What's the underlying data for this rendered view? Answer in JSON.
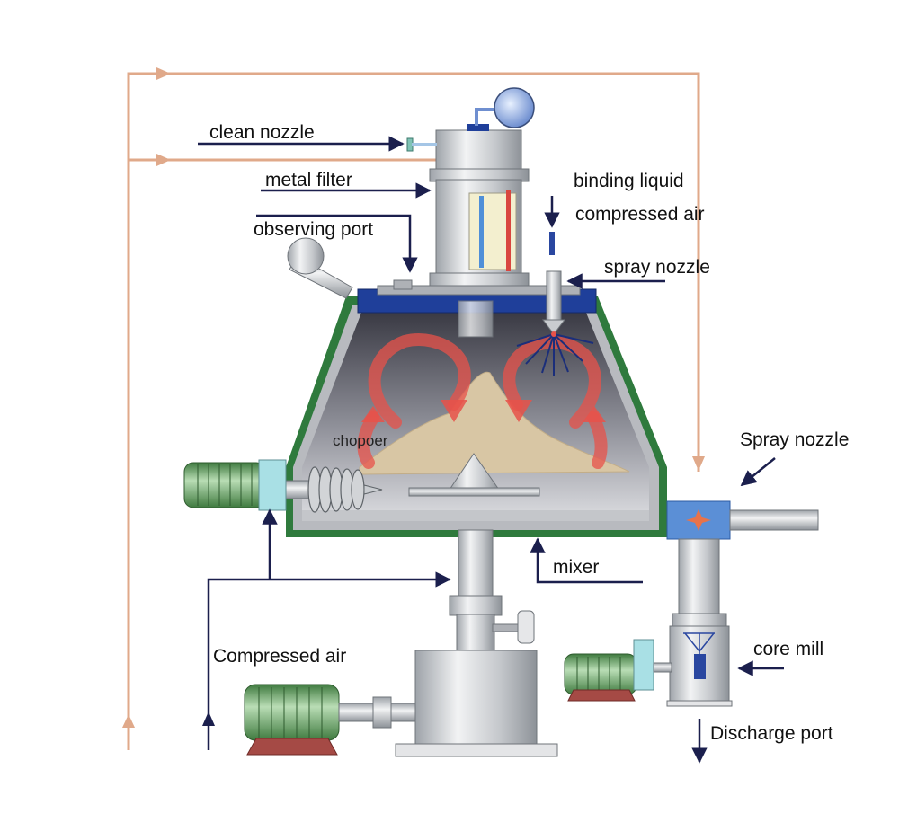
{
  "labels": {
    "clean_nozzle": "clean nozzle",
    "metal_filter": "metal filter",
    "observing_port": "observing port",
    "binding_liquid": "binding liquid",
    "compressed_air_top": "compressed air",
    "spray_nozzle_top": "spray nozzle",
    "chopper": "chopoer",
    "spray_nozzle_side": "Spray nozzle",
    "mixer": "mixer",
    "compressed_air_bottom": "Compressed air",
    "core_mill": "core mill",
    "discharge_port": "Discharge port"
  },
  "colors": {
    "pipe": "#e0a98a",
    "arrow": "#1b1f4d",
    "steel": "#c9ccd0",
    "steel_dark": "#8f949a",
    "bowl_rim": "#3d7a44",
    "lid_blue": "#2a47a0",
    "flow_red": "#e8524a",
    "powder": "#d8c6a4",
    "motor_green": "#5a9a5a",
    "motor_base": "#a54a45",
    "port_blue": "#5b8fd6"
  },
  "icons": {
    "flow_arrows": "circulation-arrow-icon",
    "spray": "spray-burst-icon"
  }
}
